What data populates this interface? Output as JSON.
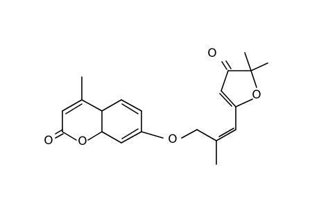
{
  "molecule": {
    "atom_labels": [
      {
        "id": "o-lactone-carbonyl",
        "text": "O"
      },
      {
        "id": "o-lactone-ring",
        "text": "O"
      },
      {
        "id": "o-ether",
        "text": "O"
      },
      {
        "id": "o-furanone-carbonyl",
        "text": "O"
      },
      {
        "id": "o-furanone-ring",
        "text": "O"
      }
    ]
  },
  "colors": {
    "bond": "#000000",
    "label": "#000000",
    "background": "#ffffff"
  }
}
